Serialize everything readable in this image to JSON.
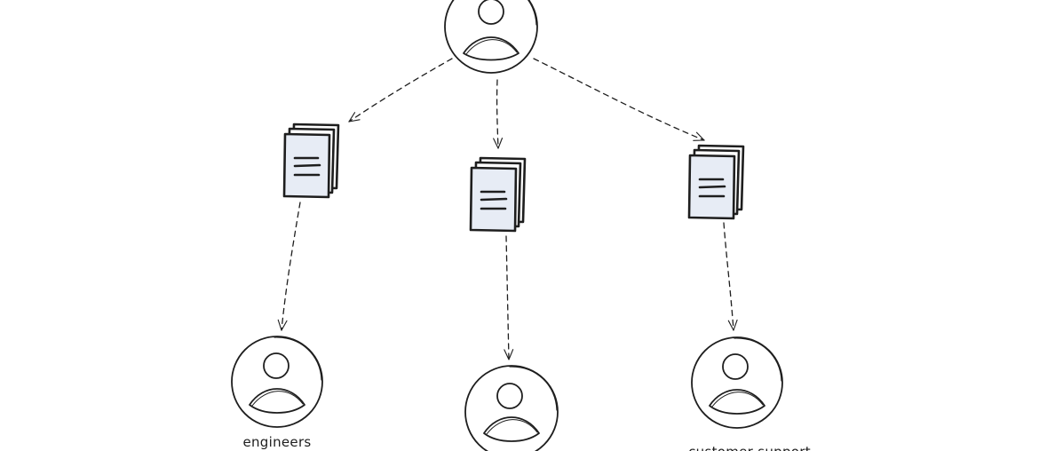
{
  "diagram": {
    "colors": {
      "stroke": "#1e1e1e",
      "doc_fill": "#e7ecf5",
      "background": "#ffffff"
    },
    "nodes": {
      "source": {
        "icon": "user-icon",
        "label": ""
      },
      "left_doc": {
        "icon": "document-stack-icon"
      },
      "center_doc": {
        "icon": "document-stack-icon"
      },
      "right_doc": {
        "icon": "document-stack-icon"
      },
      "left_user": {
        "icon": "user-icon",
        "label": "engineers"
      },
      "center_user": {
        "icon": "user-icon",
        "label": ""
      },
      "right_user": {
        "icon": "user-icon",
        "label": "customer support"
      }
    },
    "edges": [
      {
        "from": "source",
        "to": "left_doc",
        "style": "dashed"
      },
      {
        "from": "source",
        "to": "center_doc",
        "style": "dashed"
      },
      {
        "from": "source",
        "to": "right_doc",
        "style": "dashed"
      },
      {
        "from": "left_doc",
        "to": "left_user",
        "style": "dashed"
      },
      {
        "from": "center_doc",
        "to": "center_user",
        "style": "dashed"
      },
      {
        "from": "right_doc",
        "to": "right_user",
        "style": "dashed"
      }
    ]
  }
}
